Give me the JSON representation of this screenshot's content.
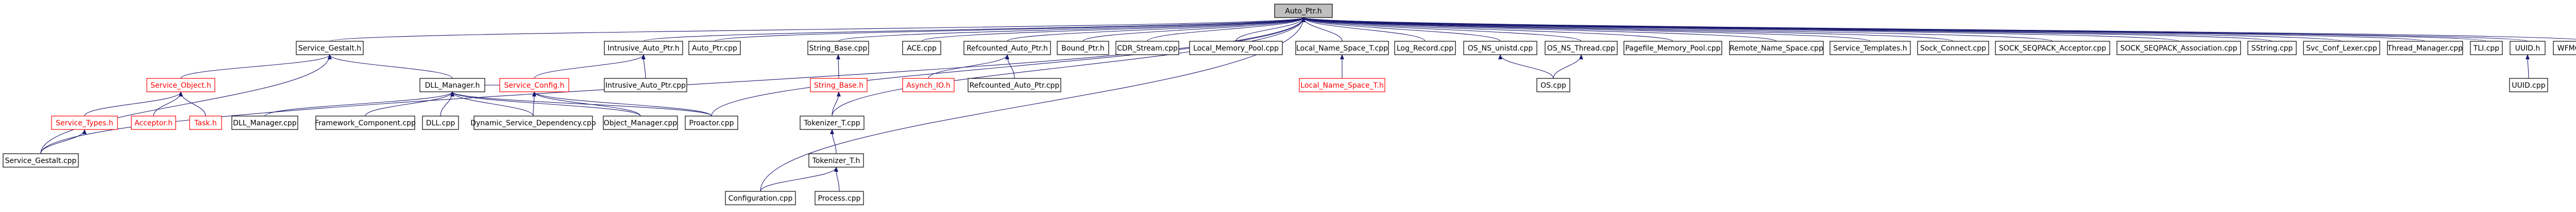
{
  "colors": {
    "edge": "#191970",
    "node_border": "#000000",
    "node_fill": "#ffffff",
    "root_fill": "#bfbfbf",
    "missing_border": "#ff0000",
    "missing_text": "#ff0000"
  },
  "nodes": [
    {
      "id": "auto_ptr_h",
      "label": "Auto_Ptr.h",
      "root": true,
      "red": false
    },
    {
      "id": "service_gestalt_h",
      "label": "Service_Gestalt.h",
      "red": false
    },
    {
      "id": "intrusive_auto_ptr_h",
      "label": "Intrusive_Auto_Ptr.h",
      "red": false
    },
    {
      "id": "auto_ptr_cpp",
      "label": "Auto_Ptr.cpp",
      "red": false
    },
    {
      "id": "string_base_cpp",
      "label": "String_Base.cpp",
      "red": false
    },
    {
      "id": "acl_cpp",
      "label": "ACE.cpp",
      "red": false
    },
    {
      "id": "refcounted_auto_ptr_h",
      "label": "Refcounted_Auto_Ptr.h",
      "red": false
    },
    {
      "id": "bound_ptr_h",
      "label": "Bound_Ptr.h",
      "red": false
    },
    {
      "id": "cdr_stream_cpp",
      "label": "CDR_Stream.cpp",
      "red": false
    },
    {
      "id": "local_memory_pool_cpp",
      "label": "Local_Memory_Pool.cpp",
      "red": false
    },
    {
      "id": "local_name_space_t_cpp",
      "label": "Local_Name_Space_T.cpp",
      "red": false
    },
    {
      "id": "log_record_cpp",
      "label": "Log_Record.cpp",
      "red": false
    },
    {
      "id": "os_ns_unistd_cpp",
      "label": "OS_NS_unistd.cpp",
      "red": false
    },
    {
      "id": "os_ns_thread_cpp",
      "label": "OS_NS_Thread.cpp",
      "red": false
    },
    {
      "id": "pagefile_memory_pool_cpp",
      "label": "Pagefile_Memory_Pool.cpp",
      "red": false
    },
    {
      "id": "remote_name_space_cpp",
      "label": "Remote_Name_Space.cpp",
      "red": false
    },
    {
      "id": "service_templates_h",
      "label": "Service_Templates.h",
      "red": false
    },
    {
      "id": "sock_connect_cpp",
      "label": "Sock_Connect.cpp",
      "red": false
    },
    {
      "id": "sock_seqpack_acceptor_cpp",
      "label": "SOCK_SEQPACK_Acceptor.cpp",
      "red": false
    },
    {
      "id": "sock_seqpack_association_cpp",
      "label": "SOCK_SEQPACK_Association.cpp",
      "red": false
    },
    {
      "id": "sstring_cpp",
      "label": "SString.cpp",
      "red": false
    },
    {
      "id": "svc_conf_lexer_cpp",
      "label": "Svc_Conf_Lexer.cpp",
      "red": false
    },
    {
      "id": "thread_manager_cpp",
      "label": "Thread_Manager.cpp",
      "red": false
    },
    {
      "id": "tli_cpp",
      "label": "TLI.cpp",
      "red": false
    },
    {
      "id": "uuid_h",
      "label": "UUID.h",
      "red": false
    },
    {
      "id": "wfmo_reactor_cpp",
      "label": "WFMO_Reactor.cpp",
      "red": false
    },
    {
      "id": "service_object_h",
      "label": "Service_Object.h",
      "red": true
    },
    {
      "id": "dll_manager_h",
      "label": "DLL_Manager.h",
      "red": false
    },
    {
      "id": "service_config_h",
      "label": "Service_Config.h",
      "red": true
    },
    {
      "id": "intrusive_auto_ptr_cpp",
      "label": "Intrusive_Auto_Ptr.cpp",
      "red": false
    },
    {
      "id": "string_base_h",
      "label": "String_Base.h",
      "red": true
    },
    {
      "id": "asynch_io_h",
      "label": "Asynch_IO.h",
      "red": true
    },
    {
      "id": "refcounted_auto_ptr_cpp",
      "label": "Refcounted_Auto_Ptr.cpp",
      "red": false
    },
    {
      "id": "local_name_space_t_h",
      "label": "Local_Name_Space_T.h",
      "red": true
    },
    {
      "id": "os_cpp",
      "label": "OS.cpp",
      "red": false
    },
    {
      "id": "uuid_cpp",
      "label": "UUID.cpp",
      "red": false
    },
    {
      "id": "service_types_h",
      "label": "Service_Types.h",
      "red": true
    },
    {
      "id": "acceptor_h",
      "label": "Acceptor.h",
      "red": true
    },
    {
      "id": "task_h",
      "label": "Task.h",
      "red": true
    },
    {
      "id": "dll_manager_cpp",
      "label": "DLL_Manager.cpp",
      "red": false
    },
    {
      "id": "framework_component_cpp",
      "label": "Framework_Component.cpp",
      "red": false
    },
    {
      "id": "dll_cpp",
      "label": "DLL.cpp",
      "red": false
    },
    {
      "id": "dynamic_service_dependency_cpp",
      "label": "Dynamic_Service_Dependency.cpp",
      "red": false
    },
    {
      "id": "object_manager_cpp",
      "label": "Object_Manager.cpp",
      "red": false
    },
    {
      "id": "proactor_cpp",
      "label": "Proactor.cpp",
      "red": false
    },
    {
      "id": "tokenizer_t_cpp",
      "label": "Tokenizer_T.cpp",
      "red": false
    },
    {
      "id": "service_gestalt_cpp",
      "label": "Service_Gestalt.cpp",
      "red": false
    },
    {
      "id": "tokenizer_t_h",
      "label": "Tokenizer_T.h",
      "red": false
    },
    {
      "id": "configuration_cpp",
      "label": "Configuration.cpp",
      "red": false
    },
    {
      "id": "process_cpp",
      "label": "Process.cpp",
      "red": false
    }
  ],
  "edges": [
    [
      "service_gestalt_h",
      "auto_ptr_h"
    ],
    [
      "intrusive_auto_ptr_h",
      "auto_ptr_h"
    ],
    [
      "auto_ptr_cpp",
      "auto_ptr_h"
    ],
    [
      "string_base_cpp",
      "auto_ptr_h"
    ],
    [
      "acl_cpp",
      "auto_ptr_h"
    ],
    [
      "refcounted_auto_ptr_h",
      "auto_ptr_h"
    ],
    [
      "bound_ptr_h",
      "auto_ptr_h"
    ],
    [
      "cdr_stream_cpp",
      "auto_ptr_h"
    ],
    [
      "local_memory_pool_cpp",
      "auto_ptr_h"
    ],
    [
      "local_name_space_t_cpp",
      "auto_ptr_h"
    ],
    [
      "log_record_cpp",
      "auto_ptr_h"
    ],
    [
      "os_ns_unistd_cpp",
      "auto_ptr_h"
    ],
    [
      "os_ns_thread_cpp",
      "auto_ptr_h"
    ],
    [
      "pagefile_memory_pool_cpp",
      "auto_ptr_h"
    ],
    [
      "remote_name_space_cpp",
      "auto_ptr_h"
    ],
    [
      "service_templates_h",
      "auto_ptr_h"
    ],
    [
      "sock_connect_cpp",
      "auto_ptr_h"
    ],
    [
      "sock_seqpack_acceptor_cpp",
      "auto_ptr_h"
    ],
    [
      "sock_seqpack_association_cpp",
      "auto_ptr_h"
    ],
    [
      "sstring_cpp",
      "auto_ptr_h"
    ],
    [
      "svc_conf_lexer_cpp",
      "auto_ptr_h"
    ],
    [
      "thread_manager_cpp",
      "auto_ptr_h"
    ],
    [
      "tli_cpp",
      "auto_ptr_h"
    ],
    [
      "uuid_h",
      "auto_ptr_h"
    ],
    [
      "wfmo_reactor_cpp",
      "auto_ptr_h"
    ],
    [
      "service_gestalt_cpp",
      "auto_ptr_h"
    ],
    [
      "proactor_cpp",
      "auto_ptr_h"
    ],
    [
      "configuration_cpp",
      "auto_ptr_h"
    ],
    [
      "tokenizer_t_cpp",
      "auto_ptr_h"
    ],
    [
      "service_object_h",
      "service_gestalt_h"
    ],
    [
      "dll_manager_h",
      "service_gestalt_h"
    ],
    [
      "service_gestalt_cpp",
      "service_gestalt_h"
    ],
    [
      "intrusive_auto_ptr_cpp",
      "intrusive_auto_ptr_h"
    ],
    [
      "service_config_h",
      "intrusive_auto_ptr_h"
    ],
    [
      "string_base_h",
      "string_base_cpp"
    ],
    [
      "asynch_io_h",
      "refcounted_auto_ptr_h"
    ],
    [
      "refcounted_auto_ptr_cpp",
      "refcounted_auto_ptr_h"
    ],
    [
      "local_name_space_t_h",
      "local_name_space_t_cpp"
    ],
    [
      "os_cpp",
      "os_ns_unistd_cpp"
    ],
    [
      "os_cpp",
      "os_ns_thread_cpp"
    ],
    [
      "uuid_cpp",
      "uuid_h"
    ],
    [
      "service_types_h",
      "service_object_h"
    ],
    [
      "acceptor_h",
      "service_object_h"
    ],
    [
      "task_h",
      "service_object_h"
    ],
    [
      "service_gestalt_cpp",
      "service_types_h"
    ],
    [
      "service_config_h",
      "dll_manager_h"
    ],
    [
      "dll_manager_cpp",
      "dll_manager_h"
    ],
    [
      "framework_component_cpp",
      "dll_manager_h"
    ],
    [
      "dll_cpp",
      "dll_manager_h"
    ],
    [
      "dynamic_service_dependency_cpp",
      "dll_manager_h"
    ],
    [
      "object_manager_cpp",
      "dll_manager_h"
    ],
    [
      "proactor_cpp",
      "dll_manager_h"
    ],
    [
      "dynamic_service_dependency_cpp",
      "service_config_h"
    ],
    [
      "object_manager_cpp",
      "service_config_h"
    ],
    [
      "proactor_cpp",
      "service_config_h"
    ],
    [
      "tokenizer_t_cpp",
      "string_base_h"
    ],
    [
      "tokenizer_t_h",
      "tokenizer_t_cpp"
    ],
    [
      "configuration_cpp",
      "tokenizer_t_h"
    ],
    [
      "process_cpp",
      "tokenizer_t_h"
    ]
  ]
}
